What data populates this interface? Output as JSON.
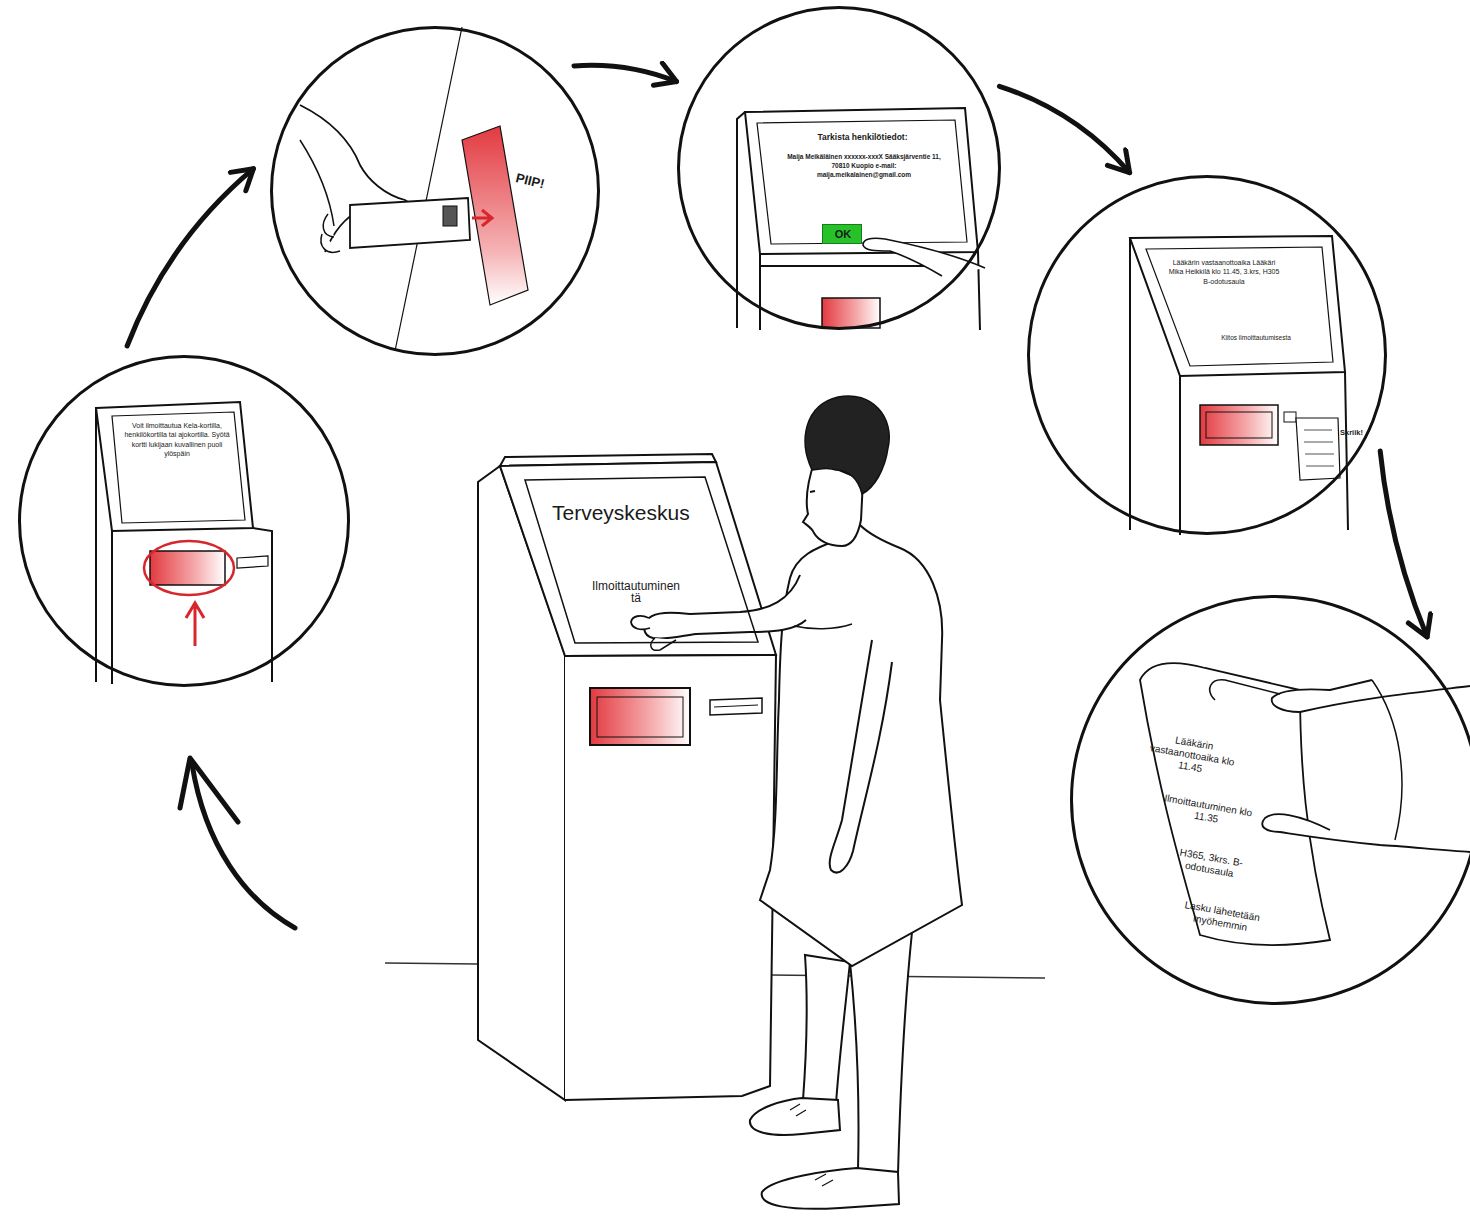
{
  "diagram": {
    "nodes": [
      {
        "text": [
          "Voit ilmoittautua Kela-kortilla, henkilökortilla tai ajokortilla. Syötä kortti lukijaan kuvallinen puoli ylöspäin"
        ]
      },
      {
        "text": [
          "PIIP!"
        ]
      },
      {
        "text": [
          "Tarkista henkilötiedot:",
          "Maija Meikäläinen xxxxxx-xxxX Sääksjärventie 11, 70810 Kuopio e-mail: maija.meikalainen@gmail.com"
        ]
      },
      {
        "text": [
          "OK"
        ],
        "in": 2
      },
      {
        "text": [
          "Lääkärin vastaanottoaika Lääkäri Mika Heikkilä klo 11.45, 3.krs, H305 B-odotusaula",
          "Kiitos ilmoittautumisesta",
          "Skriik!"
        ]
      },
      {
        "text": [
          "Lääkärin vastaanottoaika klo 11.45",
          "Ilmoittautuminen klo 11.35",
          "H365, 3krs. B-odotusaula",
          "Lasku lähetetään myöhemmin"
        ]
      },
      {
        "text": [
          "Terveyskeskus",
          "Ilmoittautuminen tä"
        ]
      }
    ],
    "edges": [
      {
        "from": 0,
        "to": 1,
        "arrow": "to"
      },
      {
        "from": 1,
        "to": 2,
        "arrow": "to"
      },
      {
        "from": 2,
        "to": 4,
        "arrow": "to"
      },
      {
        "from": 4,
        "to": 5,
        "arrow": "to"
      }
    ]
  }
}
